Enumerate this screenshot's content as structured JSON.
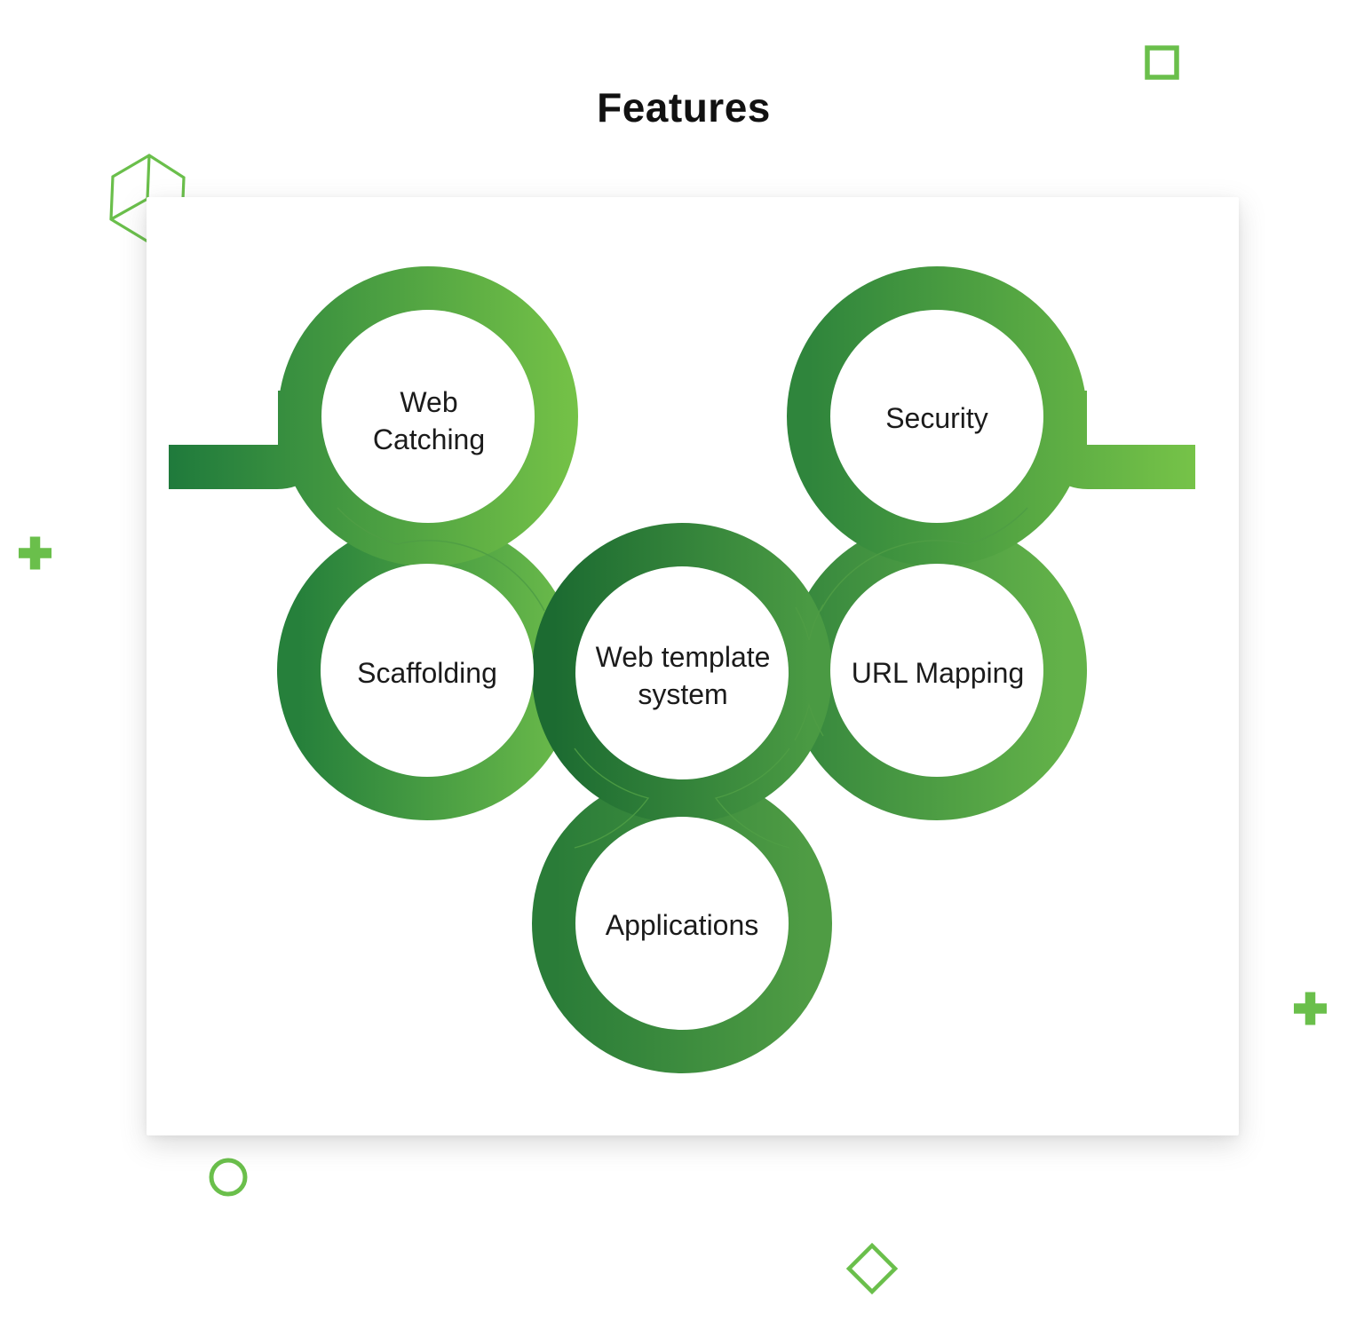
{
  "page": {
    "title": "Features"
  },
  "features": [
    {
      "id": "web-catching",
      "label": "Web Catching"
    },
    {
      "id": "security",
      "label": "Security"
    },
    {
      "id": "scaffolding",
      "label": "Scaffolding"
    },
    {
      "id": "web-template-system",
      "label": "Web template system"
    },
    {
      "id": "url-mapping",
      "label": "URL Mapping"
    },
    {
      "id": "applications",
      "label": "Applications"
    }
  ],
  "colors": {
    "accent_green_light": "#6abf4b",
    "ring_gradient_dark": "#1f7a3c",
    "ring_gradient_light": "#76c348",
    "label_text": "#1b1b1b",
    "title_text": "#111111",
    "card_background": "#ffffff"
  },
  "decorations": [
    "cube-icon",
    "square-icon",
    "plus-icon",
    "plus-icon",
    "circle-icon",
    "diamond-icon"
  ]
}
